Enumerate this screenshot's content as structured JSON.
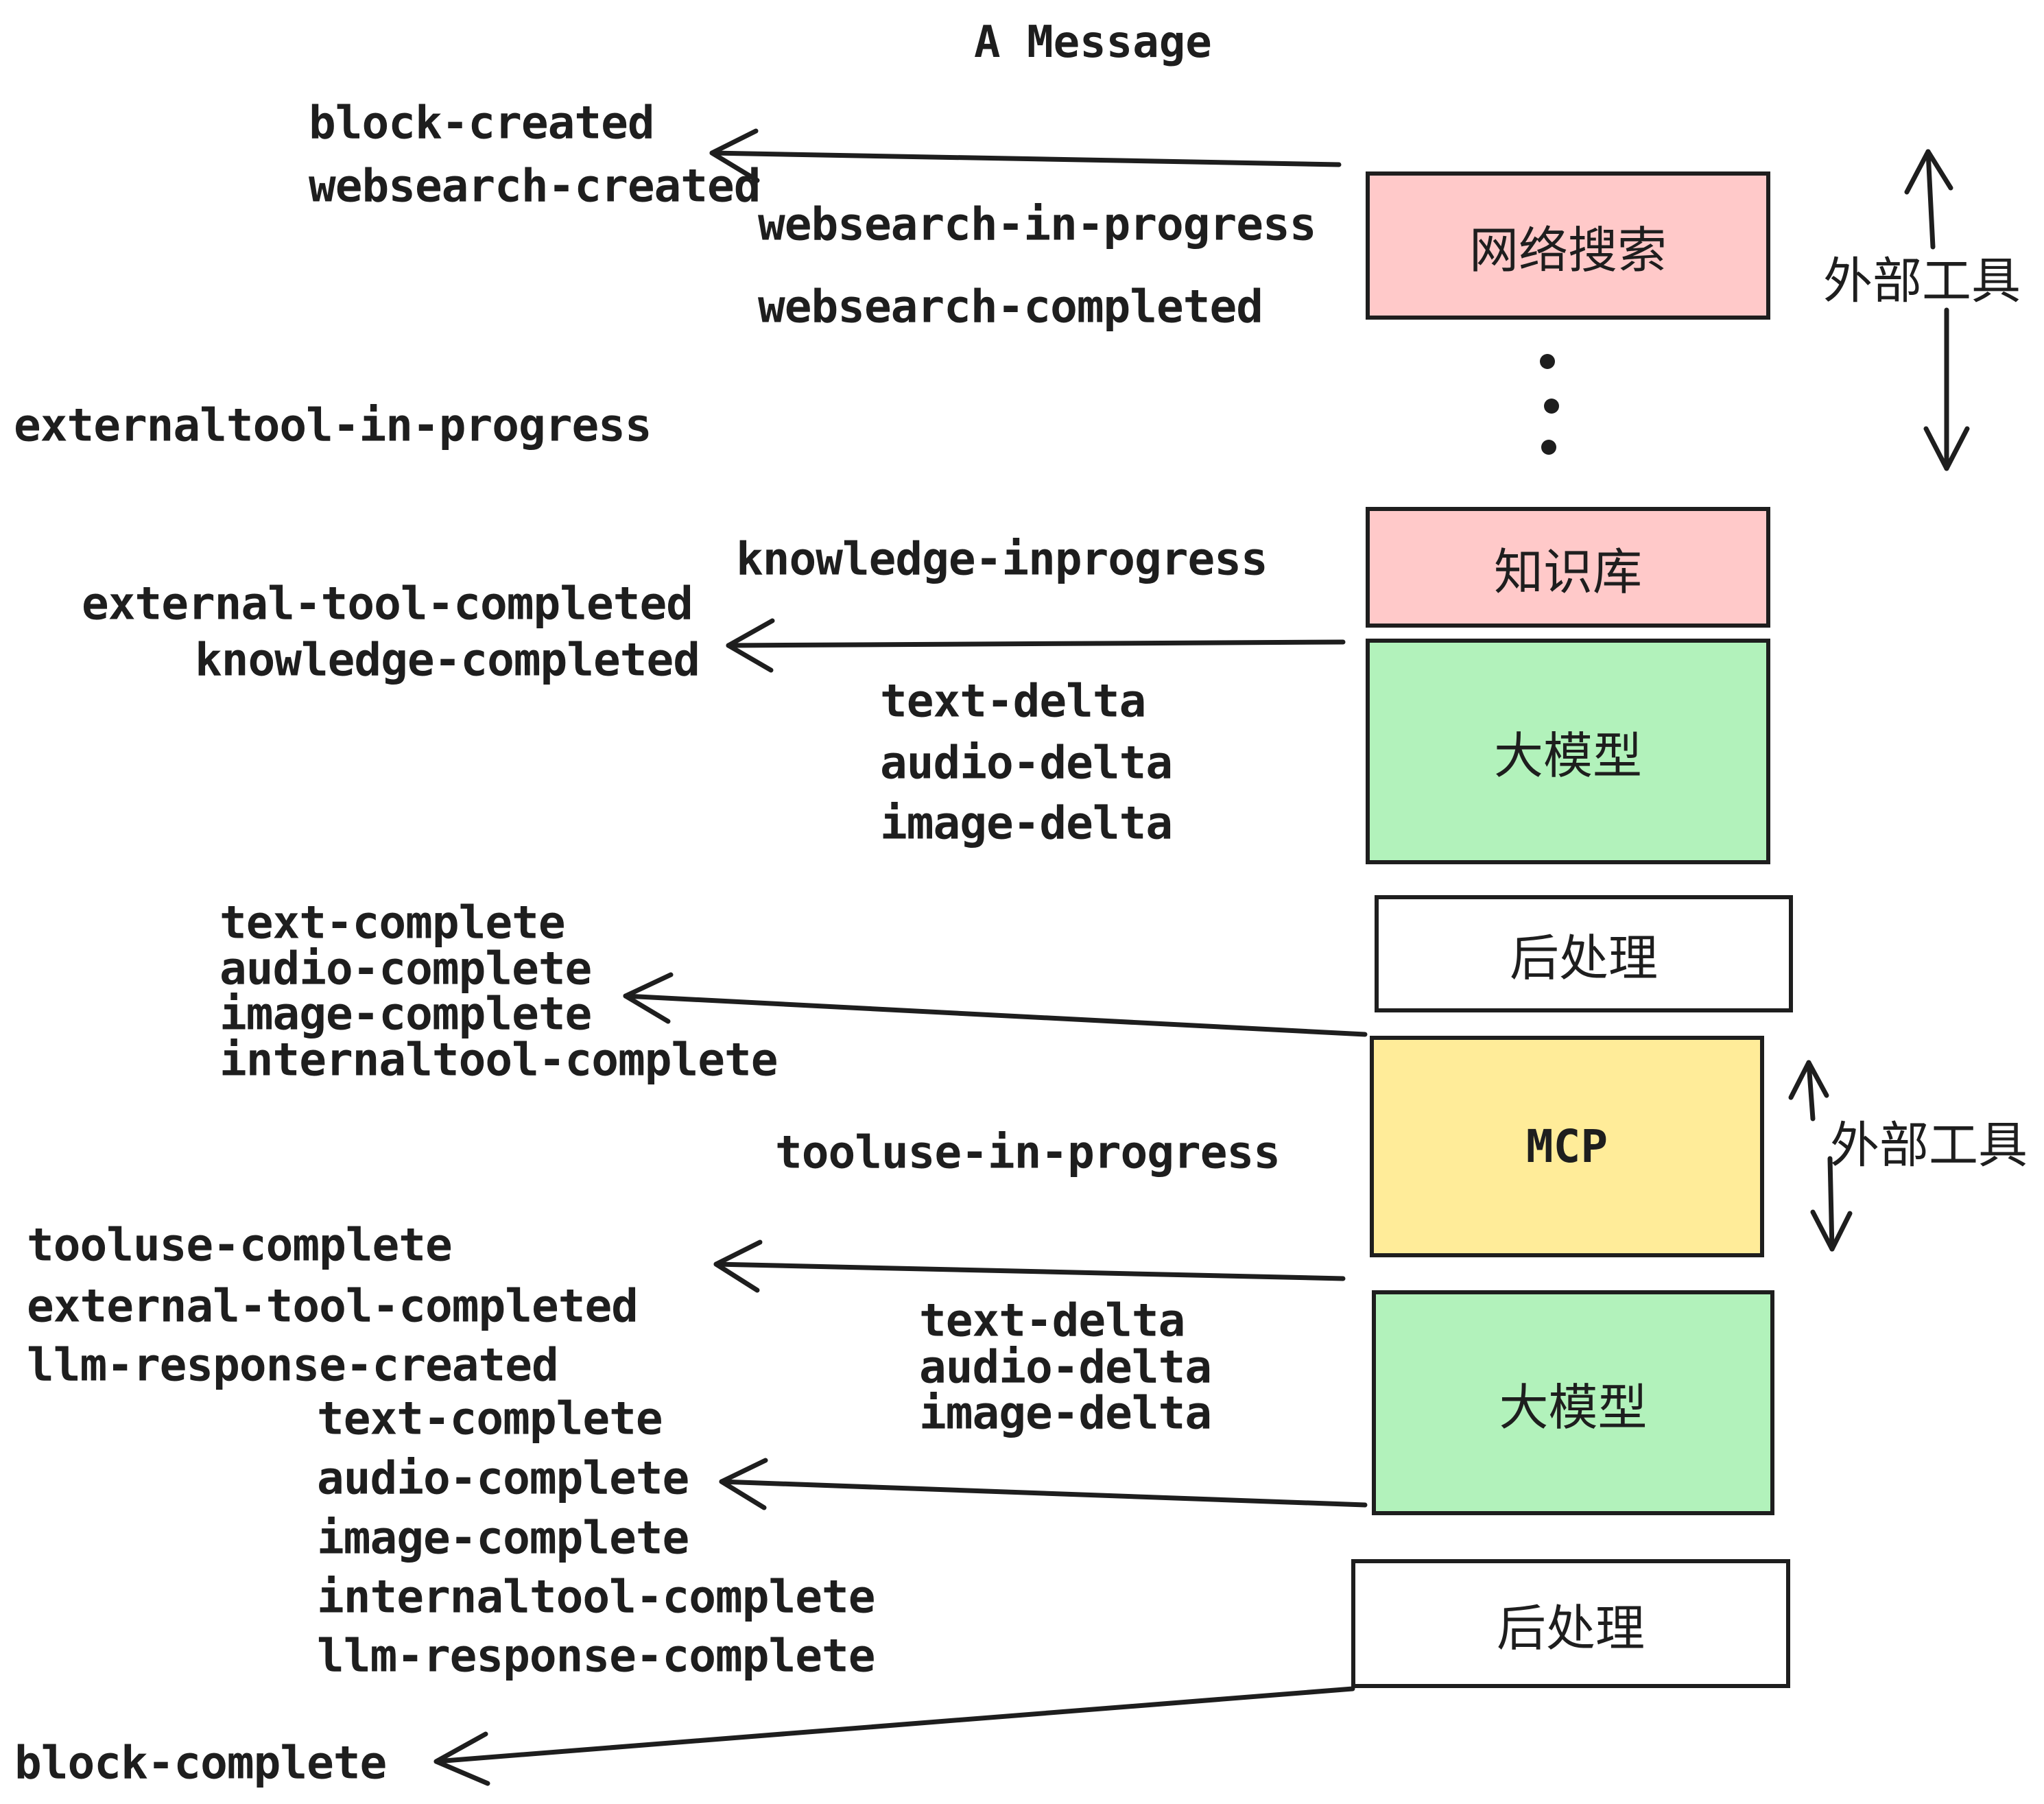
{
  "title": "A Message",
  "colors": {
    "pink": "#ffc9c9",
    "green": "#b2f2bb",
    "yellow": "#ffec99",
    "white": "#ffffff",
    "ink": "#1e1e1e"
  },
  "boxes": {
    "websearch": {
      "label": "网络搜索",
      "fill": "#ffc9c9"
    },
    "knowledge": {
      "label": "知识库",
      "fill": "#ffc9c9"
    },
    "llm_top": {
      "label": "大模型",
      "fill": "#b2f2bb"
    },
    "post_top": {
      "label": "后处理",
      "fill": "#ffffff"
    },
    "mcp": {
      "label": "MCP",
      "fill": "#ffec99"
    },
    "llm_bottom": {
      "label": "大模型",
      "fill": "#b2f2bb"
    },
    "post_bottom": {
      "label": "后处理",
      "fill": "#ffffff"
    }
  },
  "side_annotations": {
    "external_tools_top": "外部工具",
    "external_tools_mid": "外部工具"
  },
  "events": {
    "block_created": "block-created",
    "websearch_created": "websearch-created",
    "websearch_in_progress": "websearch-in-progress",
    "websearch_completed": "websearch-completed",
    "externaltool_in_progress": "externaltool-in-progress",
    "knowledge_inprogress": "knowledge-inprogress",
    "external_tool_completed": "external-tool-completed",
    "knowledge_completed": "knowledge-completed",
    "text_delta": "text-delta",
    "audio_delta": "audio-delta",
    "image_delta": "image-delta",
    "text_complete": "text-complete",
    "audio_complete": "audio-complete",
    "image_complete": "image-complete",
    "internaltool_complete": "internaltool-complete",
    "tooluse_in_progress": "tooluse-in-progress",
    "tooluse_complete": "tooluse-complete",
    "llm_response_created": "llm-response-created",
    "llm_response_complete": "llm-response-complete",
    "block_complete": "block-complete"
  }
}
